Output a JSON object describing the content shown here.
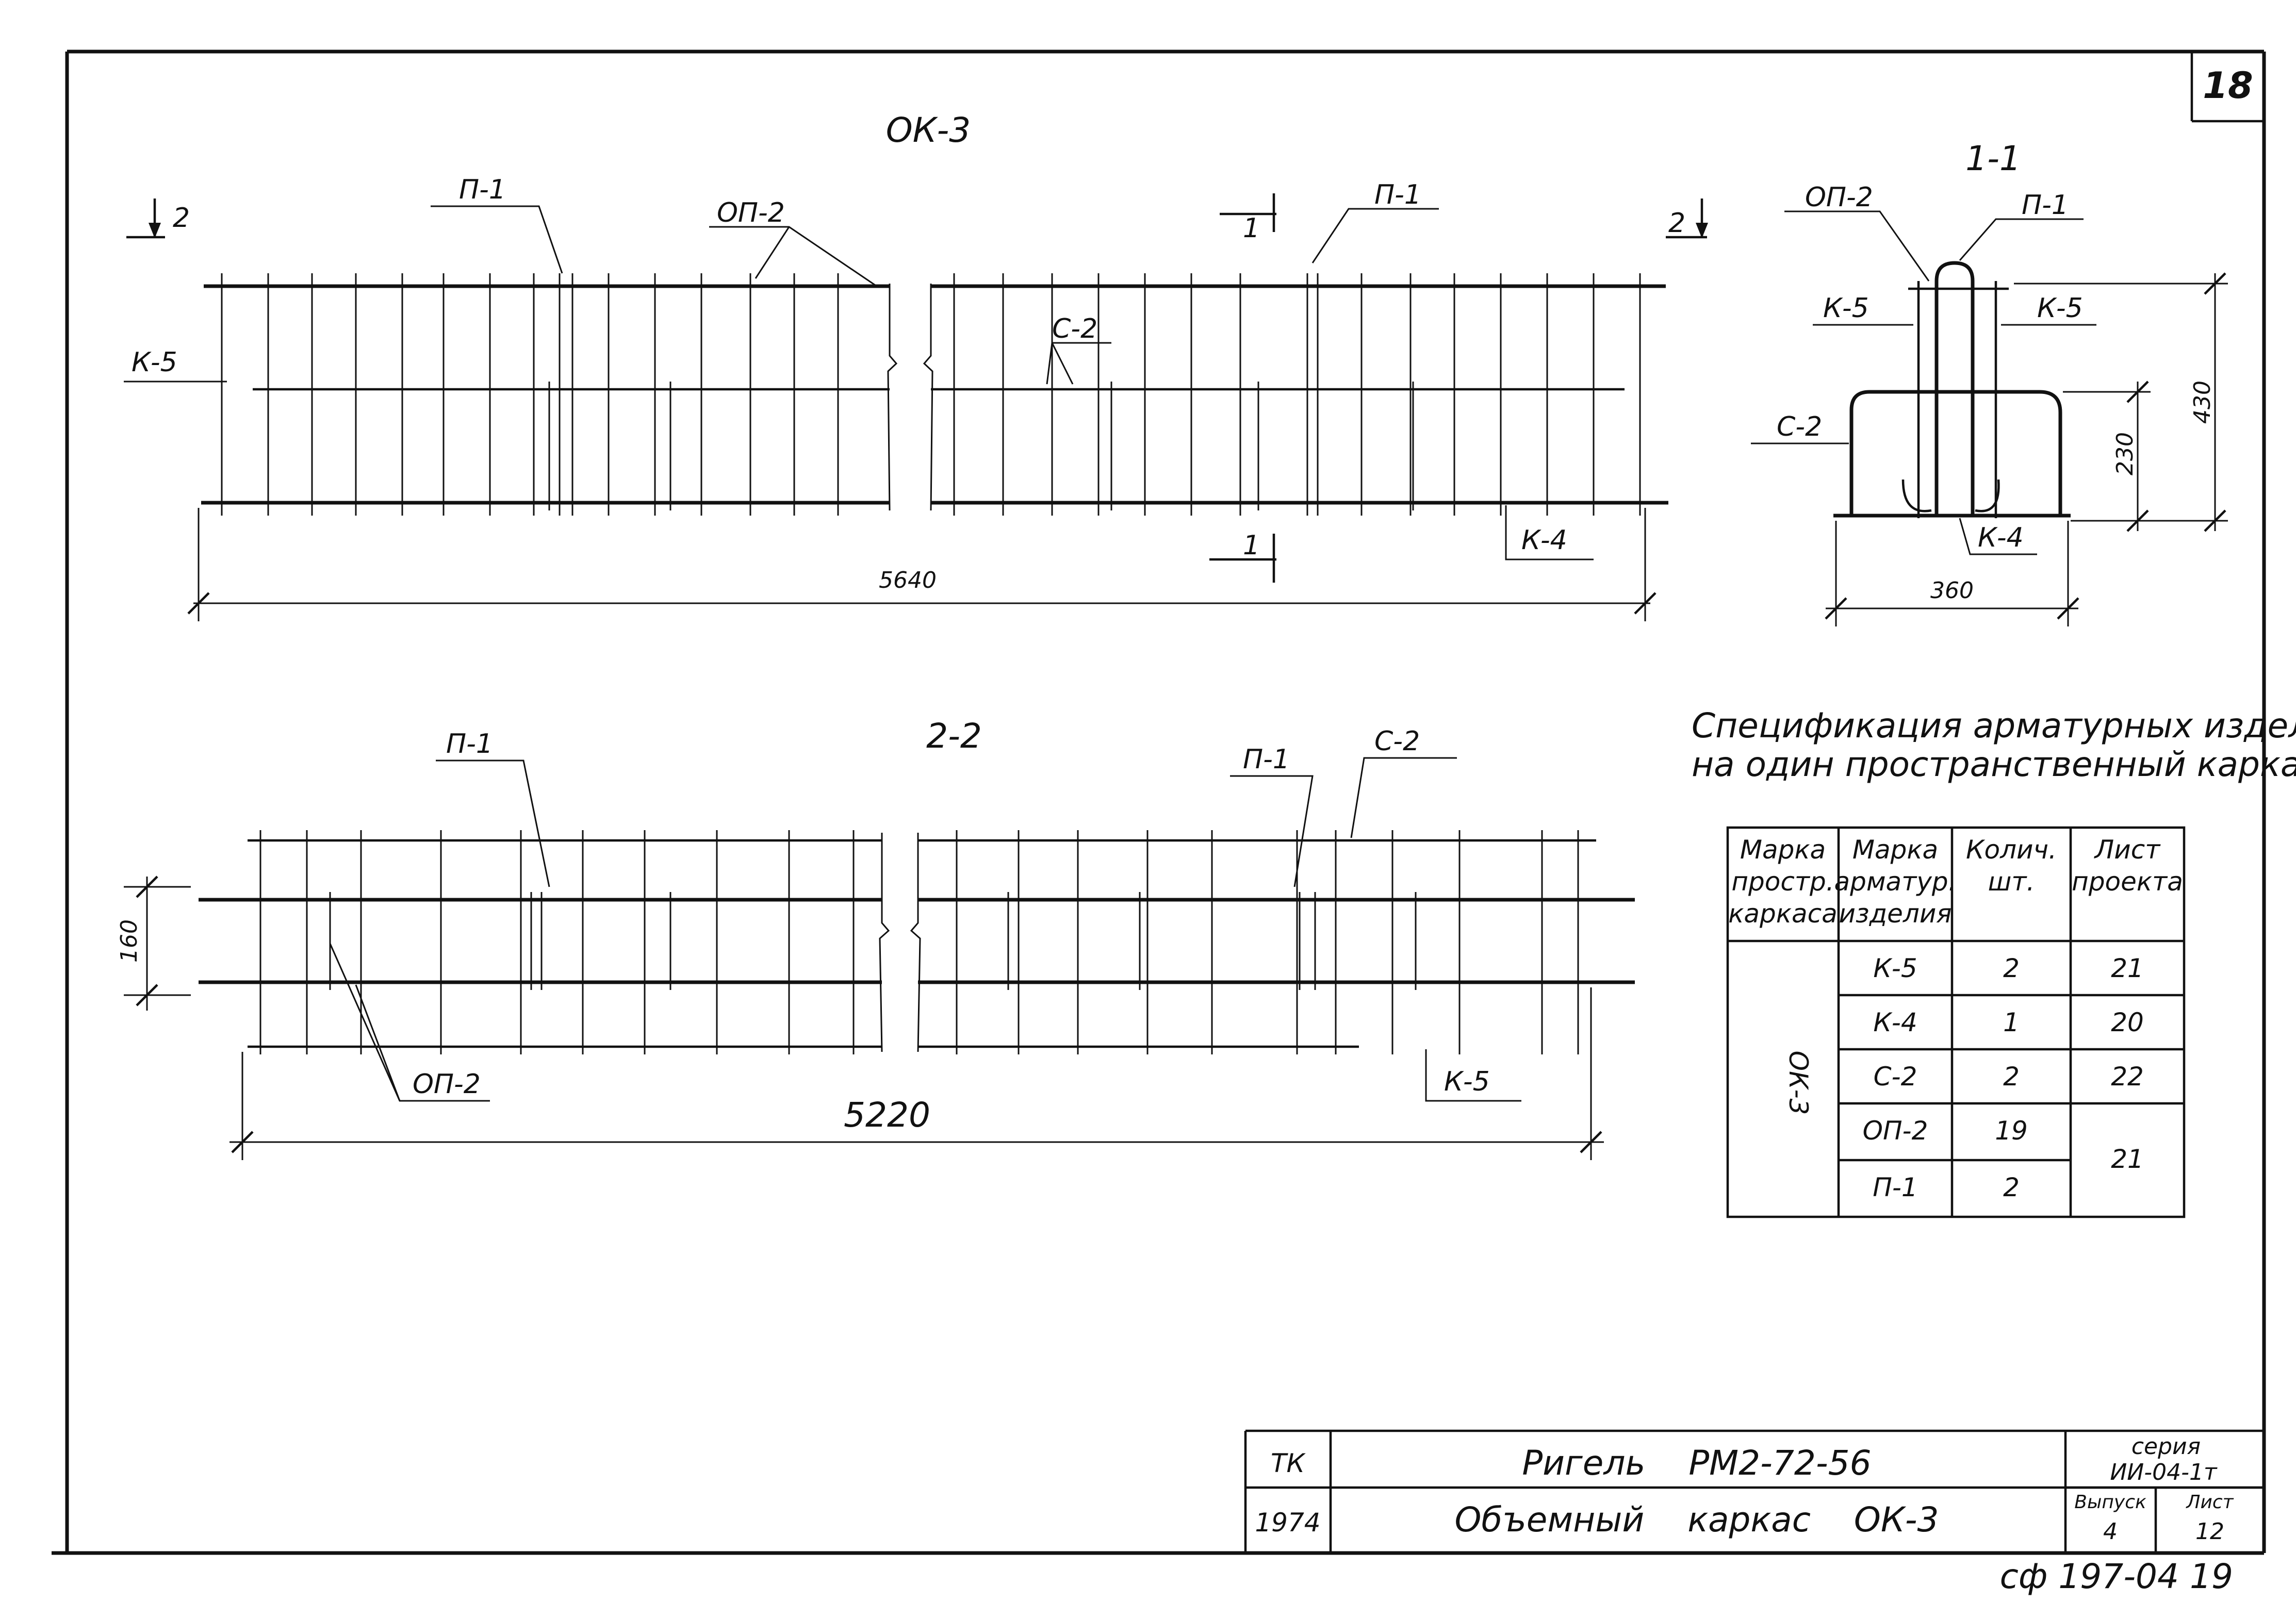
{
  "sheet": {
    "page_number": "18"
  },
  "elevation": {
    "title": "ОК-3",
    "section_marks": [
      "2",
      "2",
      "1",
      "1"
    ],
    "labels": {
      "p1_left": "П-1",
      "op2": "ОП-2",
      "p1_right": "П-1",
      "k5": "К-5",
      "c2": "С-2",
      "k4": "К-4"
    },
    "length_dim": "5640"
  },
  "plan_2_2": {
    "title": "2-2",
    "labels": {
      "p1_left": "П-1",
      "p1_right": "П-1",
      "c2": "С-2",
      "op2": "ОП-2",
      "k5": "К-5"
    },
    "width_dim": "160",
    "length_dim": "5220"
  },
  "section_1_1": {
    "title": "1-1",
    "labels": {
      "op2": "ОП-2",
      "p1": "П-1",
      "k5_left": "К-5",
      "k5_right": "К-5",
      "c2": "С-2",
      "k4": "К-4"
    },
    "dims": {
      "height_total": "430",
      "height_lower": "230",
      "width": "360"
    }
  },
  "specification": {
    "title_line1": "Спецификация арматурных изделий",
    "title_line2": "на один пространственный каркас",
    "headers": {
      "col1": [
        "Марка",
        "простр.",
        "каркаса"
      ],
      "col2": [
        "Марка",
        "арматур.",
        "изделия"
      ],
      "col3": [
        "Колич.",
        "шт."
      ],
      "col4": [
        "Лист",
        "проекта"
      ]
    },
    "frame_mark": "ОК-3",
    "rows": [
      {
        "item": "К-5",
        "qty": "2",
        "sheet": "21"
      },
      {
        "item": "К-4",
        "qty": "1",
        "sheet": "20"
      },
      {
        "item": "С-2",
        "qty": "2",
        "sheet": "22"
      },
      {
        "item": "ОП-2",
        "qty": "19",
        "sheet": "21"
      },
      {
        "item": "П-1",
        "qty": "2",
        "sheet": ""
      }
    ]
  },
  "title_block": {
    "org": "ТК",
    "year": "1974",
    "line1": "Ригель    РМ2-72-56",
    "line2": "Объемный    каркас    ОК-3",
    "series_label": "серия",
    "series_value": "ИИ-04-1т",
    "issue_label": "Выпуск",
    "issue_value": "4",
    "sheet_label": "Лист",
    "sheet_value": "12"
  },
  "archive_code": "сф 197-04 19"
}
